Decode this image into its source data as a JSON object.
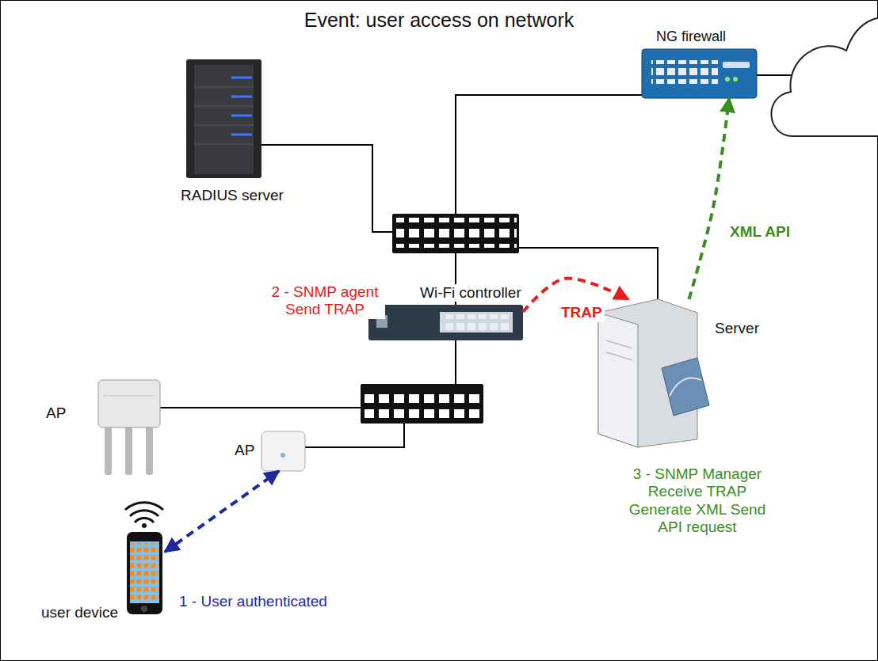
{
  "diagram": {
    "title": "Event: user access on network",
    "nodes": [
      {
        "text": [
          "NG firewall"
        ]
      },
      {
        "text": [
          "RADIUS server"
        ]
      },
      {
        "text": [
          "Wi-Fi controller",
          "2 - SNMP agent Send TRAP"
        ]
      },
      {
        "text": [
          "Server",
          "3 - SNMP Manager Receive TRAP Generate XML Send API request"
        ]
      },
      {
        "text": [
          "AP"
        ]
      },
      {
        "text": [
          "AP"
        ]
      },
      {
        "text": [
          "user device",
          "1 - User authenticated"
        ]
      }
    ],
    "edges": [
      {
        "from": 6,
        "to": 5,
        "arrow": "both"
      },
      {
        "from": 2,
        "to": 3,
        "label": "TRAP",
        "arrow": "to"
      },
      {
        "from": 3,
        "to": 0,
        "label": "XML API",
        "arrow": "to"
      }
    ]
  }
}
